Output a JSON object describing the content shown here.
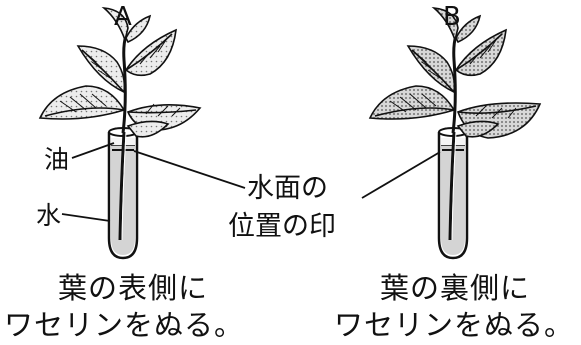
{
  "labels": {
    "a": "A",
    "b": "B",
    "oil": "油",
    "water": "水",
    "marker_line1": "水面の",
    "marker_line2": "位置の印"
  },
  "captions": {
    "a_line1": "葉の表側に",
    "a_line2": "ワセリンをぬる。",
    "b_line1": "葉の裏側に",
    "b_line2": "ワセリンをぬる。"
  },
  "colors": {
    "ink": "#111111",
    "leaf_fill": "#e9e9e9",
    "leaf_shade": "#bdbdbd",
    "water_fill": "#cfcfcf"
  }
}
